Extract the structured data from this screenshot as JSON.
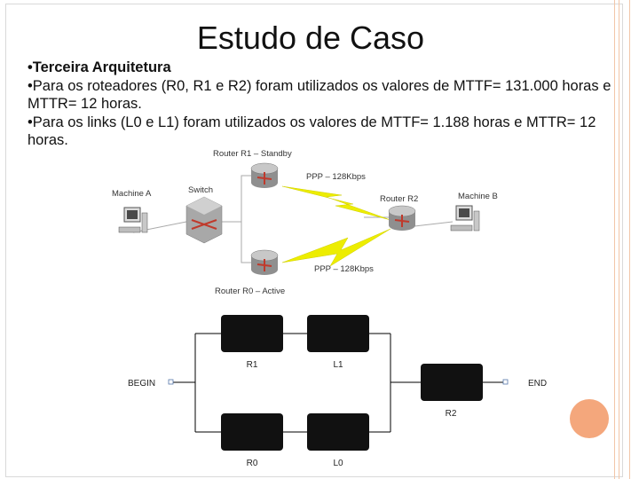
{
  "slide": {
    "title": "Estudo de Caso",
    "lines": [
      "•Terceira Arquitetura",
      "•Para os roteadores (R0, R1 e R2) foram utilizados os valores de MTTF= 131.000 horas e MTTR= 12 horas.",
      "•Para os links (L0 e L1) foram utilizados os valores de MTTF= 1.188 horas e MTTR= 12 horas."
    ]
  },
  "network": {
    "router_r1": "Router R1 – Standby",
    "router_r0": "Router R0 – Active",
    "router_r2": "Router R2",
    "machine_a": "Machine A",
    "machine_b": "Machine B",
    "switch": "Switch",
    "link_top": "PPP – 128Kbps",
    "link_bottom": "PPP – 128Kbps"
  },
  "rbd": {
    "begin": "BEGIN",
    "end": "END",
    "blocks": [
      "R1",
      "L1",
      "R0",
      "L0",
      "R2"
    ]
  },
  "colors": {
    "accent": "#f4a77c",
    "lightning": "#f0f000",
    "router": "#9a9a9a",
    "block": "#111111"
  }
}
